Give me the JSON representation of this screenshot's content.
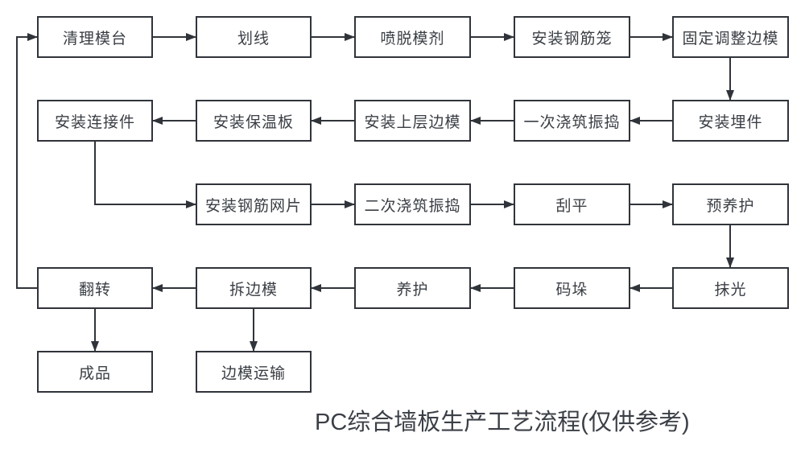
{
  "title": "PC综合墙板生产工艺流程(仅供参考)",
  "colors": {
    "line": "#30343a",
    "box_border": "#30343a",
    "box_fill": "#ffffff",
    "text": "#3a3e44",
    "background": "#ffffff"
  },
  "nodes": [
    {
      "id": "clean-mold-table",
      "label": "清理模台"
    },
    {
      "id": "marking",
      "label": "划线"
    },
    {
      "id": "spray-release-agent",
      "label": "喷脱模剂"
    },
    {
      "id": "install-rebar-cage",
      "label": "安装钢筋笼"
    },
    {
      "id": "fix-adjust-side-forms",
      "label": "固定调整边模"
    },
    {
      "id": "install-embedded-parts",
      "label": "安装埋件"
    },
    {
      "id": "first-pour-vibrate",
      "label": "一次浇筑振捣"
    },
    {
      "id": "install-upper-side-forms",
      "label": "安装上层边模"
    },
    {
      "id": "install-insulation-board",
      "label": "安装保温板"
    },
    {
      "id": "install-connectors",
      "label": "安装连接件"
    },
    {
      "id": "install-rebar-mesh",
      "label": "安装钢筋网片"
    },
    {
      "id": "second-pour-vibrate",
      "label": "二次浇筑振捣"
    },
    {
      "id": "screed-flat",
      "label": "刮平"
    },
    {
      "id": "pre-curing",
      "label": "预养护"
    },
    {
      "id": "trowel-polish",
      "label": "抹光"
    },
    {
      "id": "stacking",
      "label": "码垛"
    },
    {
      "id": "curing",
      "label": "养护"
    },
    {
      "id": "remove-side-forms",
      "label": "拆边模"
    },
    {
      "id": "flip",
      "label": "翻转"
    },
    {
      "id": "finished-product",
      "label": "成品"
    },
    {
      "id": "side-form-transport",
      "label": "边模运输"
    }
  ],
  "edges": [
    {
      "from": "clean-mold-table",
      "to": "marking"
    },
    {
      "from": "marking",
      "to": "spray-release-agent"
    },
    {
      "from": "spray-release-agent",
      "to": "install-rebar-cage"
    },
    {
      "from": "install-rebar-cage",
      "to": "fix-adjust-side-forms"
    },
    {
      "from": "fix-adjust-side-forms",
      "to": "install-embedded-parts"
    },
    {
      "from": "install-embedded-parts",
      "to": "first-pour-vibrate"
    },
    {
      "from": "first-pour-vibrate",
      "to": "install-upper-side-forms"
    },
    {
      "from": "install-upper-side-forms",
      "to": "install-insulation-board"
    },
    {
      "from": "install-insulation-board",
      "to": "install-connectors"
    },
    {
      "from": "install-connectors",
      "to": "install-rebar-mesh"
    },
    {
      "from": "install-rebar-mesh",
      "to": "second-pour-vibrate"
    },
    {
      "from": "second-pour-vibrate",
      "to": "screed-flat"
    },
    {
      "from": "screed-flat",
      "to": "pre-curing"
    },
    {
      "from": "pre-curing",
      "to": "trowel-polish"
    },
    {
      "from": "trowel-polish",
      "to": "stacking"
    },
    {
      "from": "stacking",
      "to": "curing"
    },
    {
      "from": "curing",
      "to": "remove-side-forms"
    },
    {
      "from": "remove-side-forms",
      "to": "flip"
    },
    {
      "from": "flip",
      "to": "clean-mold-table"
    },
    {
      "from": "flip",
      "to": "finished-product"
    },
    {
      "from": "remove-side-forms",
      "to": "side-form-transport"
    }
  ]
}
